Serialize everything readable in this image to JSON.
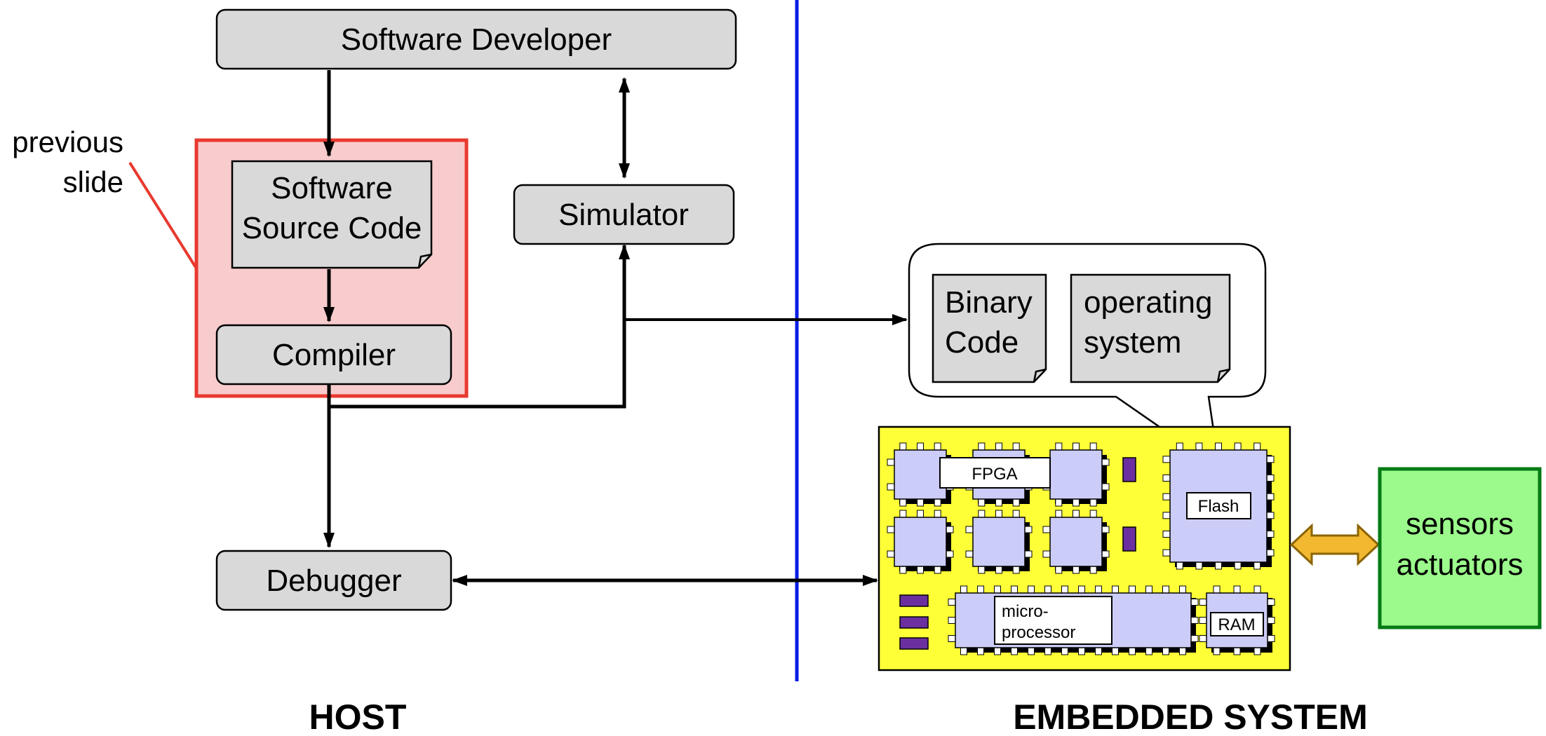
{
  "diagram": {
    "nodes": {
      "software_developer": "Software Developer",
      "source_code_line1": "Software",
      "source_code_line2": "Source Code",
      "compiler": "Compiler",
      "simulator": "Simulator",
      "debugger": "Debugger",
      "binary_code_line1": "Binary",
      "binary_code_line2": "Code",
      "os_line1": "operating",
      "os_line2": "system",
      "sensors_line1": "sensors",
      "sensors_line2": "actuators"
    },
    "board": {
      "fpga": "FPGA",
      "flash": "Flash",
      "micro_line1": "micro-",
      "micro_line2": "processor",
      "ram": "RAM"
    },
    "annotation": {
      "line1": "previous",
      "line2": "slide"
    },
    "regions": {
      "host": "HOST",
      "embedded": "EMBEDDED SYSTEM"
    },
    "colors": {
      "box_fill": "#d9d9d9",
      "highlight_fill": "#f8cbcc",
      "highlight_stroke": "#e8392f",
      "divider": "#0a1ee6",
      "board_fill": "#ffff38",
      "chip_fill": "#ccccf8",
      "cap_fill": "#6b2fa0",
      "sensor_fill": "#9bfa8b",
      "sensor_stroke": "#007a14",
      "io_arrow_fill": "#f2b830",
      "io_arrow_stroke": "#8a6400"
    }
  }
}
